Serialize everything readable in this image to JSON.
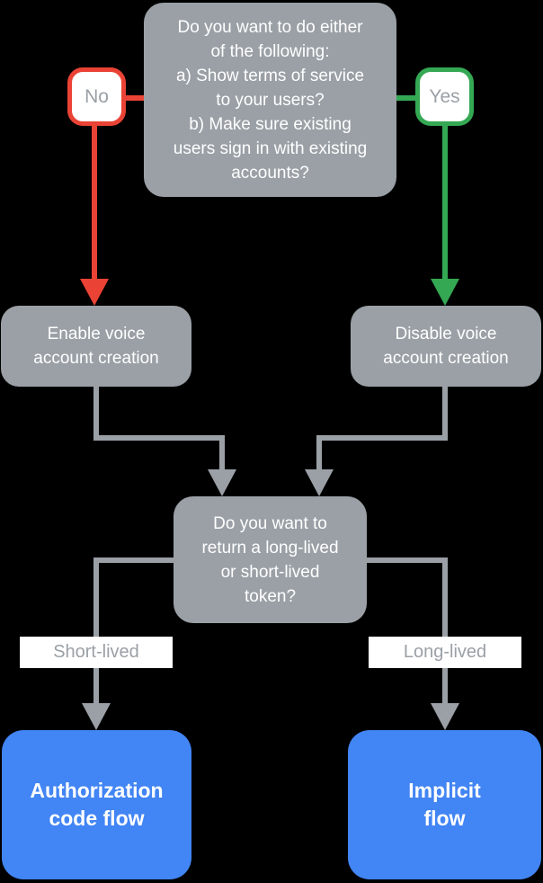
{
  "colors": {
    "gray": "#9AA0A6",
    "red": "#EA4335",
    "green": "#34A853",
    "blue": "#4285F4",
    "white": "#FFFFFF",
    "background": "#000000",
    "muted_text": "#9AA0A6"
  },
  "nodes": {
    "question_top": {
      "text": "Do you want to do either\nof the following:\na) Show terms of service\nto your users?\nb) Make sure existing\nusers sign in with existing\naccounts?"
    },
    "no_label": {
      "text": "No"
    },
    "yes_label": {
      "text": "Yes"
    },
    "enable": {
      "text": "Enable voice\naccount creation"
    },
    "disable": {
      "text": "Disable voice\naccount creation"
    },
    "question_token": {
      "text": "Do you want to\nreturn a long-lived\nor short-lived\ntoken?"
    },
    "short_lived": {
      "text": "Short-lived"
    },
    "long_lived": {
      "text": "Long-lived"
    },
    "auth_code_flow": {
      "text": "Authorization\ncode flow"
    },
    "implicit_flow": {
      "text": "Implicit\nflow"
    }
  }
}
